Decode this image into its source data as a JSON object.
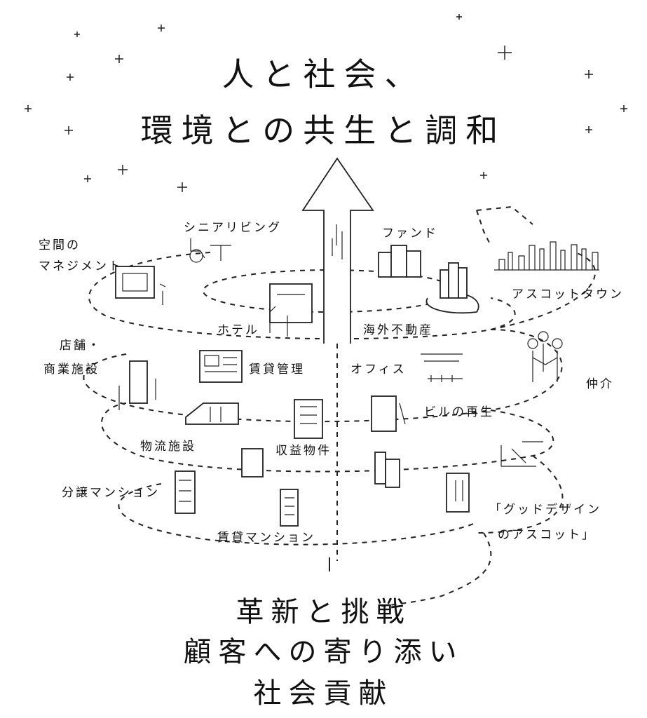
{
  "title": {
    "line1": "人と社会、",
    "line2": "環境との共生と調和"
  },
  "labels": {
    "senior_living": "シニアリビング",
    "space_mgmt_1": "空間の",
    "space_mgmt_2": "マネジメント",
    "fund": "ファンド",
    "ascott_town": "アスコットタウン",
    "hotel": "ホテル",
    "overseas": "海外不動産",
    "retail_1": "店舗・",
    "retail_2": "商業施設",
    "rental_mgmt": "賃貸管理",
    "office": "オフィス",
    "brokerage": "仲介",
    "building_renewal": "ビルの再生",
    "logistics": "物流施設",
    "income_property": "収益物件",
    "condo_sale": "分譲マンション",
    "good_design_1": "「グッドデザイン",
    "good_design_2": "のアスコット」",
    "rental_condo": "賃貸マンション"
  },
  "footer": {
    "line1": "革新と挑戦",
    "line2": "顧客への寄り添い",
    "line3": "社会貢献"
  }
}
